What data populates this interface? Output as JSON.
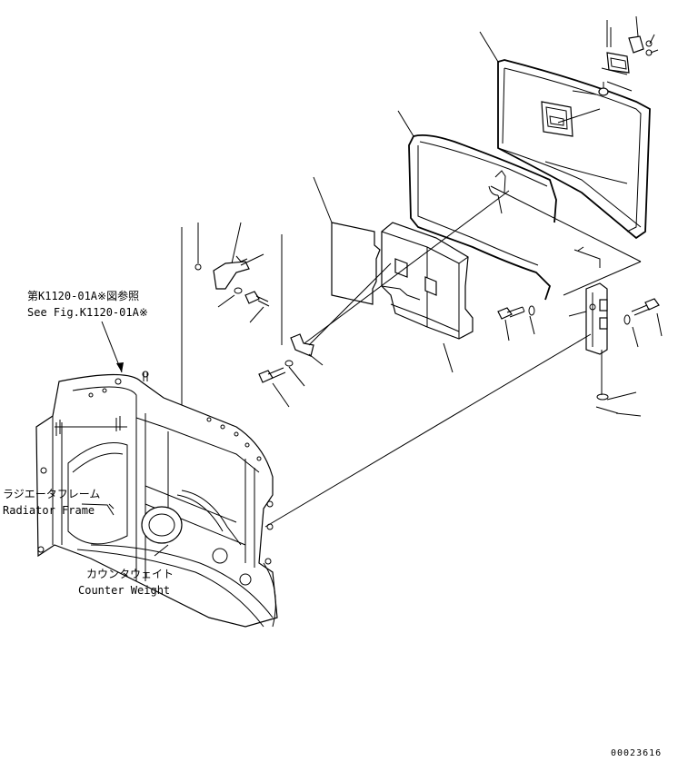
{
  "annotations": {
    "ref_jp": "第K1120-01A※図参照",
    "ref_en": "See Fig.K1120-01A※",
    "radiator_jp": "ラジエータフレーム",
    "radiator_en": "Radiator Frame",
    "counter_jp": "カウンタウェイト",
    "counter_en": "Counter Weight"
  },
  "drawing_number": "00023616"
}
